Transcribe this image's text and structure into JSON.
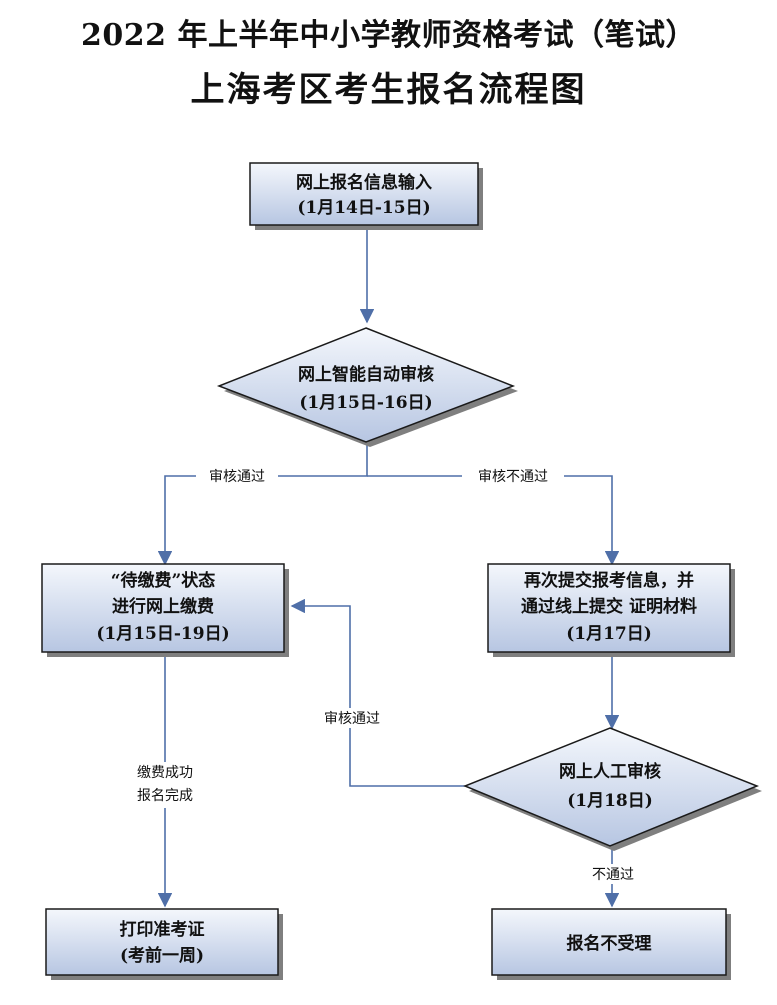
{
  "title": {
    "line1": "2022 年上半年中小学教师资格考试（笔试）",
    "line2": "上海考区考生报名流程图"
  },
  "nodes": {
    "online_input": {
      "line1": "网上报名信息输入",
      "line2": "(1月14日-15日)"
    },
    "auto_review": {
      "line1": "网上智能自动审核",
      "line2": "(1月15日-16日)"
    },
    "pending_payment": {
      "line1": "“待缴费”状态",
      "line2": "进行网上缴费",
      "line3": "(1月15日-19日)"
    },
    "resubmit": {
      "line1": "再次提交报考信息，并",
      "line2": "通过线上提交 证明材料",
      "line3": "(1月17日)"
    },
    "manual_review": {
      "line1": "网上人工审核",
      "line2": "(1月18日)"
    },
    "print_admission": {
      "line1": "打印准考证",
      "line2": "(考前一周)"
    },
    "rejected": {
      "line1": "报名不受理"
    }
  },
  "edges": {
    "auto_pass": "审核通过",
    "auto_fail": "审核不通过",
    "manual_pass": "审核通过",
    "payment_done_1": "缴费成功",
    "payment_done_2": "报名完成",
    "manual_fail": "不通过"
  },
  "colors": {
    "box_fill_top": "#f4f7fc",
    "box_fill_bottom": "#b7c6e2",
    "border": "#1a1a1a",
    "connector": "#4f6fa8",
    "shadow": "#7f7f7f"
  }
}
